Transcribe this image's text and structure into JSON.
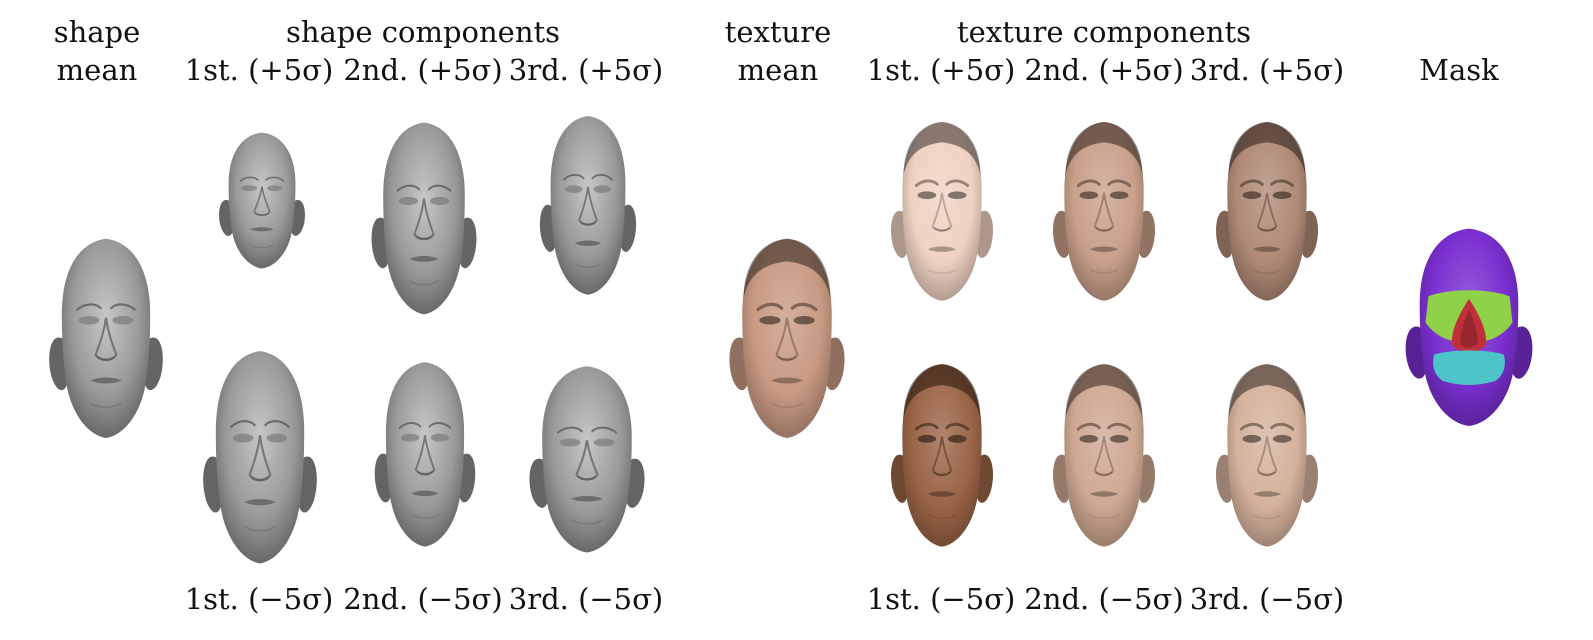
{
  "headers": {
    "shape_mean_line1": "shape",
    "shape_mean_line2": "mean",
    "shape_components": "shape components",
    "texture_mean_line1": "texture",
    "texture_mean_line2": "mean",
    "texture_components": "texture components",
    "mask": "Mask"
  },
  "shape_components": {
    "plus": [
      {
        "label": "1st. (+5σ)"
      },
      {
        "label": "2nd. (+5σ)"
      },
      {
        "label": "3rd. (+5σ)"
      }
    ],
    "minus": [
      {
        "label": "1st. (−5σ)"
      },
      {
        "label": "2nd. (−5σ)"
      },
      {
        "label": "3rd. (−5σ)"
      }
    ]
  },
  "texture_components": {
    "plus": [
      {
        "label": "1st. (+5σ)"
      },
      {
        "label": "2nd. (+5σ)"
      },
      {
        "label": "3rd. (+5σ)"
      }
    ],
    "minus": [
      {
        "label": "1st. (−5σ)"
      },
      {
        "label": "2nd. (−5σ)"
      },
      {
        "label": "3rd. (−5σ)"
      }
    ]
  },
  "colors": {
    "shape_gray": "#9a9a9a",
    "texture_mean": "#c89a82",
    "texture_plus": [
      "#efd2c2",
      "#c9a08a",
      "#b08a76"
    ],
    "texture_minus": [
      "#9a6446",
      "#cfa892",
      "#d5b29c"
    ],
    "mask_base": "#7a2fd0",
    "mask_cheeks": "#8fd24a",
    "mask_nose": "#c0303a",
    "mask_mouth": "#4ec3c8"
  }
}
